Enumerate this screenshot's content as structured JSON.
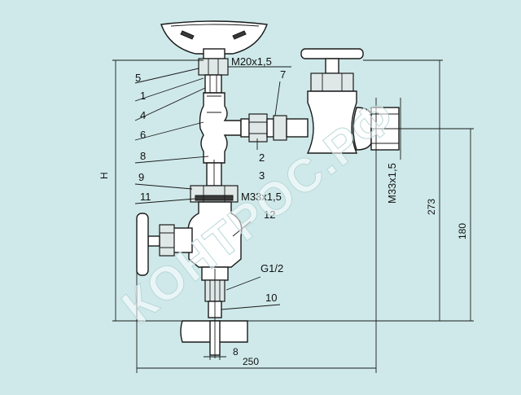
{
  "callouts": {
    "c1": "1",
    "c2": "2",
    "c3": "3",
    "c4": "4",
    "c5": "5",
    "c6": "6",
    "c7": "7",
    "c8": "8",
    "c9": "9",
    "c10": "10",
    "c11": "11",
    "c12": "12"
  },
  "threads": {
    "top": "M20x1,5",
    "mid": "M33x1,5",
    "vertical": "M33x1,5",
    "pipe": "G1/2"
  },
  "dimensions": {
    "height_label": "H",
    "d273": "273",
    "d180": "180",
    "d250": "250",
    "d8": "8"
  },
  "watermark": "КОНТРОС.РФ",
  "colors": {
    "background": "#cfe9ea",
    "line": "#1a1a1a",
    "watermark": "#ffffff"
  }
}
